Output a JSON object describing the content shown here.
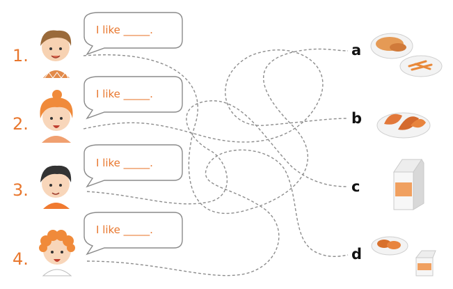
{
  "rows": [
    {
      "number": "1.",
      "speech": "I like _____."
    },
    {
      "number": "2.",
      "speech": "I like _____."
    },
    {
      "number": "3.",
      "speech": "I like _____."
    },
    {
      "number": "4.",
      "speech": "I like _____."
    }
  ],
  "options": [
    {
      "letter": "a",
      "food": "chicken and chips"
    },
    {
      "letter": "b",
      "food": "fried chicken wings"
    },
    {
      "letter": "c",
      "food": "milk carton"
    },
    {
      "letter": "d",
      "food": "chicken drumsticks and milk"
    }
  ],
  "colors": {
    "accent": "#e8772e",
    "line": "#8c8c8c",
    "bubble_stroke": "#8a8a8a"
  }
}
